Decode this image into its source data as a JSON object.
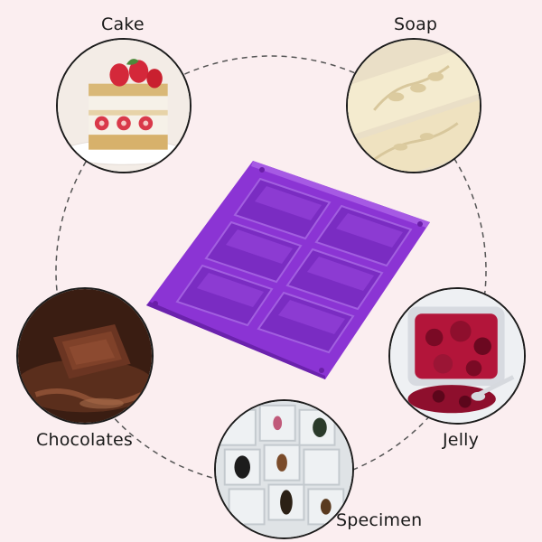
{
  "labels": {
    "cake": "Cake",
    "soap": "Soap",
    "chocolates": "Chocolates",
    "jelly": "Jelly",
    "specimen": "Specimen"
  },
  "colors": {
    "background": "#fbeef0",
    "mold": "#8e35d6",
    "ring": "#555555",
    "border": "#1c1c1c"
  },
  "mold": {
    "cavity_rows": 3,
    "cavity_cols": 2
  }
}
